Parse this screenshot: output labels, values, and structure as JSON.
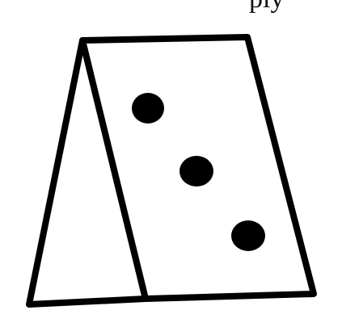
{
  "top_text": "ply",
  "colors": {
    "stroke": "#000000",
    "fill": "#ffffff",
    "dot": "#000000"
  },
  "shape": {
    "faces": [
      "left-face",
      "front-face"
    ],
    "dot_count": 3
  }
}
